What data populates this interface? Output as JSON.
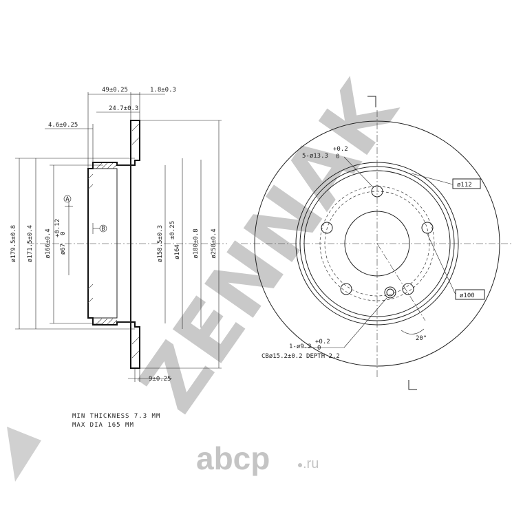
{
  "watermark": "ZENNAK",
  "brand": {
    "name": "abcp",
    "tld": ".ru"
  },
  "dims": {
    "d49": "49±0.25",
    "d1_8": "1.8±0.3",
    "d24_7": "24.7±0.3",
    "d4_6": "4.6±0.25",
    "d179": "ø179.5±0.8",
    "d171": "ø171.5±0.4",
    "d166": "ø166±0.4",
    "d67": "ø67",
    "d67_tol": "+0.12",
    "d67_tol0": "0",
    "d158": "ø158.5±0.3",
    "d164": "ø164",
    "d164_tol": "±0.25",
    "d180": "ø180±0.8",
    "d258": "ø258±0.4",
    "d9": "9±0.25",
    "label_a": "A",
    "label_b": "B"
  },
  "front": {
    "holes5": "5-ø13.3",
    "holes5_tol": "+0.2",
    "holes5_tol0": "0",
    "pcd112": "ø112",
    "pcd100": "ø100",
    "hole1": "1-ø9.2",
    "hole1_tol": "+0.2",
    "hole1_tol0": "0",
    "cb": "CBø15.2±0.2 DEPTH 2.2",
    "angle": "20°"
  },
  "notes": {
    "min_thickness": "MIN THICKNESS 7.3 MM",
    "max_dia": "MAX DIA 165 MM"
  }
}
